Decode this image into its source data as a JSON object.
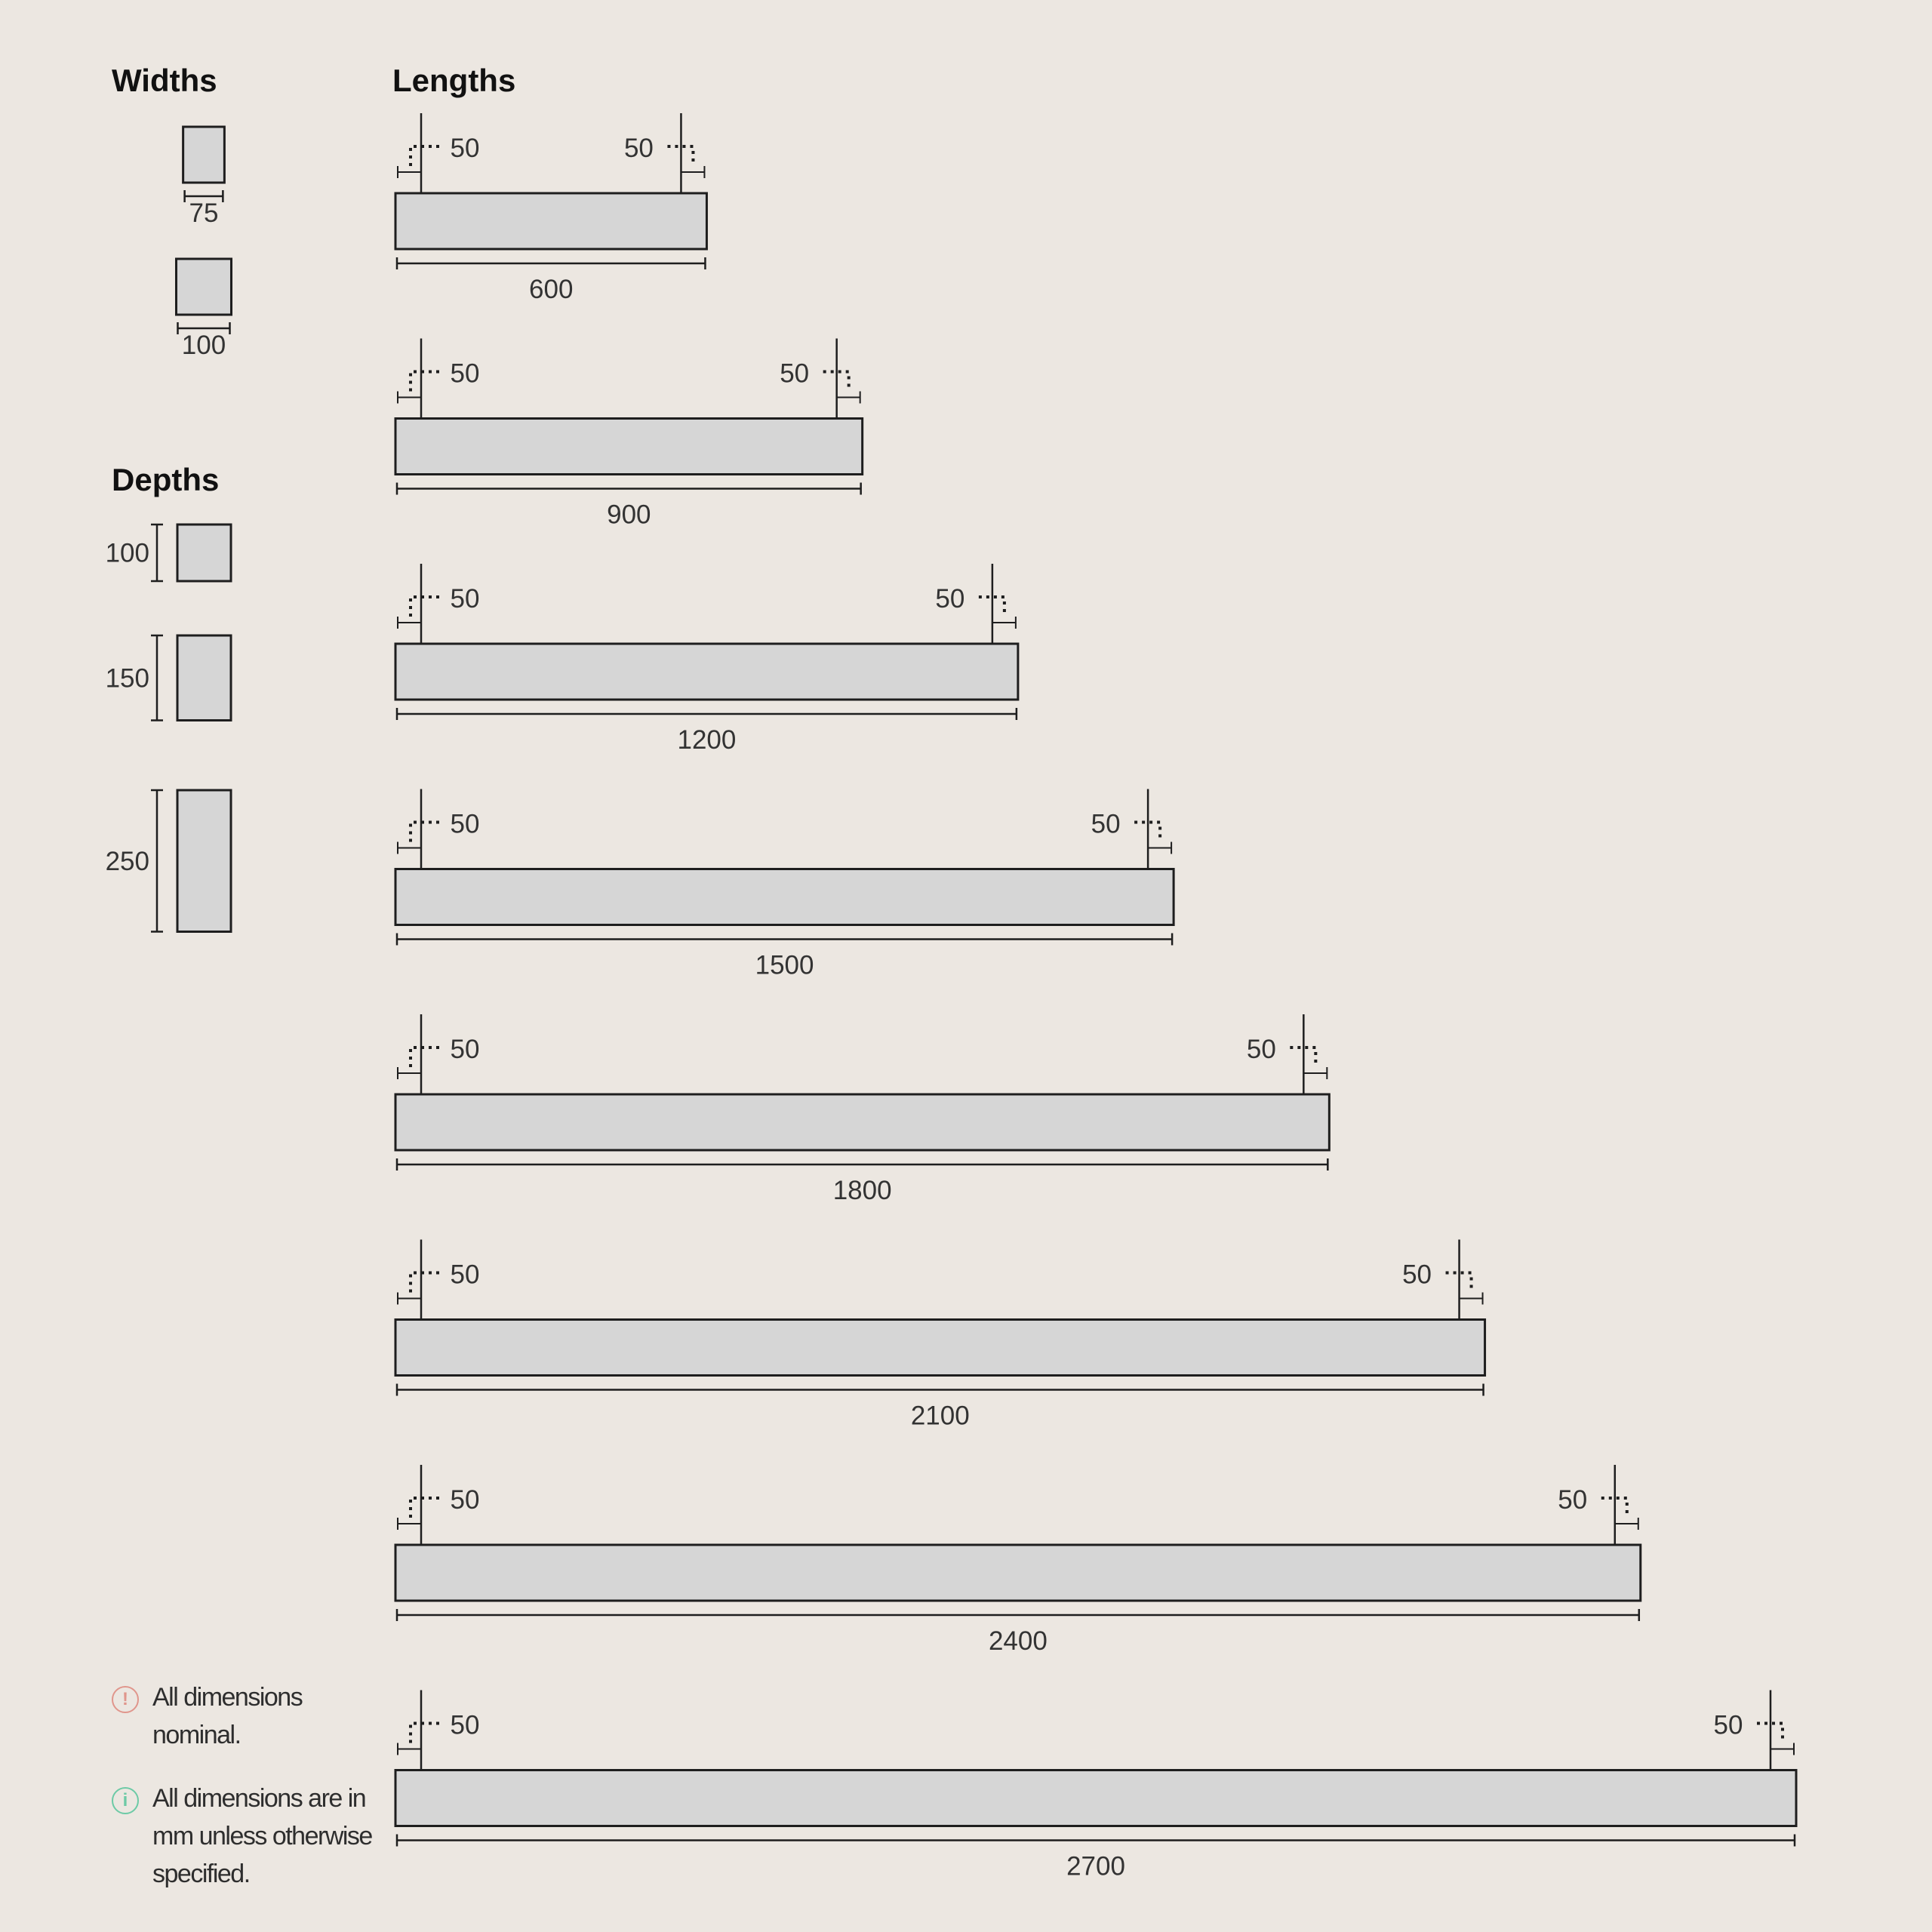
{
  "headings": {
    "widths": "Widths",
    "lengths": "Lengths",
    "depths": "Depths"
  },
  "widths": [
    {
      "value": 75,
      "label": "75"
    },
    {
      "value": 100,
      "label": "100"
    }
  ],
  "depths": [
    {
      "value": 100,
      "label": "100"
    },
    {
      "value": 150,
      "label": "150"
    },
    {
      "value": 250,
      "label": "250"
    }
  ],
  "lengths": [
    {
      "value": 600,
      "label": "600",
      "end_left": "50",
      "end_right": "50"
    },
    {
      "value": 900,
      "label": "900",
      "end_left": "50",
      "end_right": "50"
    },
    {
      "value": 1200,
      "label": "1200",
      "end_left": "50",
      "end_right": "50"
    },
    {
      "value": 1500,
      "label": "1500",
      "end_left": "50",
      "end_right": "50"
    },
    {
      "value": 1800,
      "label": "1800",
      "end_left": "50",
      "end_right": "50"
    },
    {
      "value": 2100,
      "label": "2100",
      "end_left": "50",
      "end_right": "50"
    },
    {
      "value": 2400,
      "label": "2400",
      "end_left": "50",
      "end_right": "50"
    },
    {
      "value": 2700,
      "label": "2700",
      "end_left": "50",
      "end_right": "50"
    }
  ],
  "notes": [
    {
      "icon": "warning-icon",
      "icon_glyph": "!",
      "color": "#e0968c",
      "text": "All dimensions nominal."
    },
    {
      "icon": "info-icon",
      "icon_glyph": "i",
      "color": "#6dcaa6",
      "text": "All dimensions are in mm unless otherwise specified."
    }
  ],
  "colors": {
    "background": "#ece7e1",
    "fill": "#d6d6d6",
    "stroke": "#1e1e1e"
  }
}
